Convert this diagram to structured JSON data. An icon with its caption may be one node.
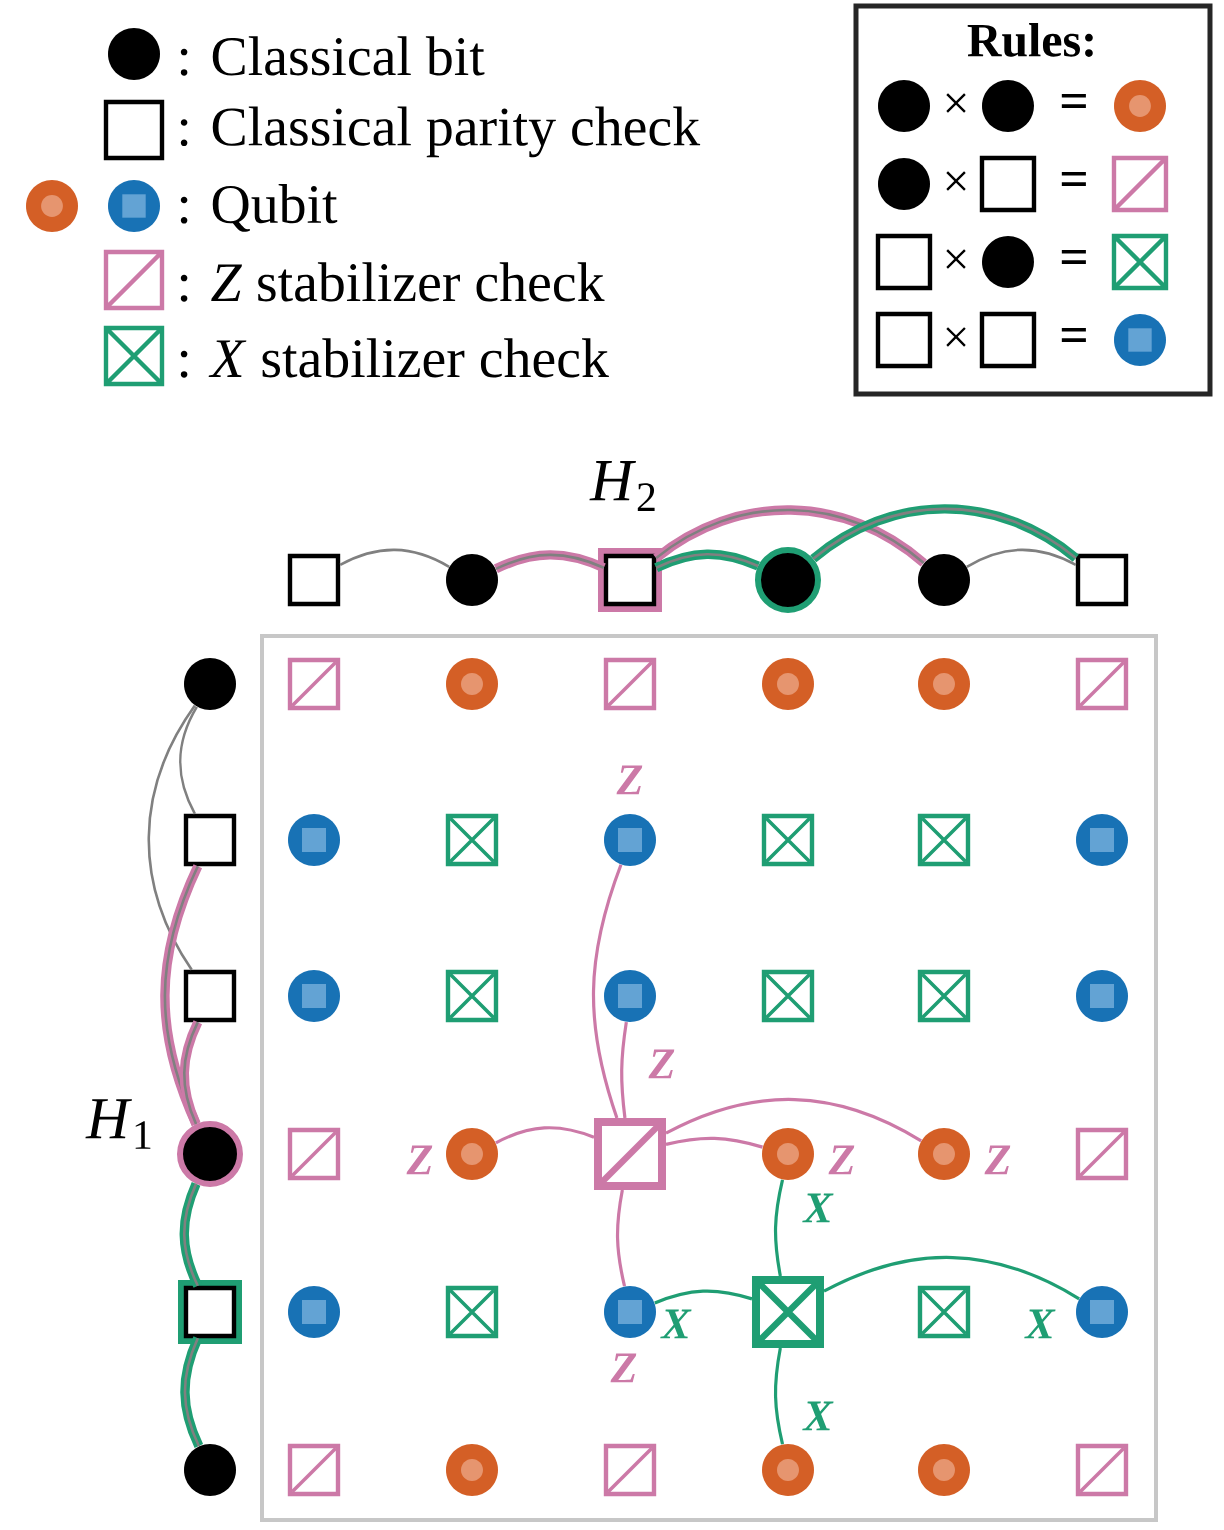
{
  "diagram": {
    "nodes": [
      {
        "text": [],
        "shape": "box"
      },
      {
        "text": [],
        "shape": "circle"
      },
      {
        "text": [],
        "shape": "box"
      },
      {
        "text": [],
        "shape": "circle"
      },
      {
        "text": [],
        "shape": "circle"
      },
      {
        "text": [],
        "shape": "box"
      },
      {
        "text": [],
        "shape": "circle"
      },
      {
        "text": [],
        "shape": "box"
      },
      {
        "text": [],
        "shape": "box"
      },
      {
        "text": [],
        "shape": "circle"
      },
      {
        "text": [],
        "shape": "box"
      },
      {
        "text": [],
        "shape": "circle"
      },
      {
        "text": [],
        "shape": "box"
      },
      {
        "text": [],
        "shape": "circle"
      },
      {
        "text": [],
        "shape": "box"
      },
      {
        "text": [],
        "shape": "circle"
      },
      {
        "text": [],
        "shape": "circle"
      },
      {
        "text": [],
        "shape": "box"
      },
      {
        "text": [],
        "shape": "circle"
      },
      {
        "text": [],
        "shape": "box"
      },
      {
        "text": [],
        "shape": "circle"
      },
      {
        "text": [],
        "shape": "box"
      },
      {
        "text": [],
        "shape": "box"
      },
      {
        "text": [],
        "shape": "circle"
      },
      {
        "text": [],
        "shape": "circle"
      },
      {
        "text": [],
        "shape": "box"
      },
      {
        "text": [],
        "shape": "circle"
      },
      {
        "text": [],
        "shape": "box"
      },
      {
        "text": [],
        "shape": "box"
      },
      {
        "text": [],
        "shape": "circle"
      },
      {
        "text": [],
        "shape": "box"
      },
      {
        "text": [],
        "shape": "circle"
      },
      {
        "text": [],
        "shape": "box"
      },
      {
        "text": [],
        "shape": "circle"
      },
      {
        "text": [],
        "shape": "circle"
      },
      {
        "text": [],
        "shape": "box"
      },
      {
        "text": [],
        "shape": "circle"
      },
      {
        "text": [],
        "shape": "box"
      },
      {
        "text": [],
        "shape": "circle"
      },
      {
        "text": [],
        "shape": "box"
      },
      {
        "text": [],
        "shape": "box"
      },
      {
        "text": [],
        "shape": "circle"
      },
      {
        "text": [],
        "shape": "box"
      },
      {
        "text": [],
        "shape": "circle"
      },
      {
        "text": [],
        "shape": "box"
      },
      {
        "text": [],
        "shape": "circle"
      },
      {
        "text": [],
        "shape": "circle"
      },
      {
        "text": [],
        "shape": "box"
      }
    ],
    "edges": [
      {
        "from": 0,
        "to": 1,
        "arrow": "none"
      },
      {
        "from": 1,
        "to": 2,
        "arrow": "none",
        "style": "thick",
        "color": "#cc79a7"
      },
      {
        "from": 2,
        "to": 3,
        "arrow": "none",
        "style": "thick",
        "color": "#1f9e73"
      },
      {
        "from": 2,
        "to": 4,
        "arrow": "none",
        "style": "thick",
        "color": "#cc79a7"
      },
      {
        "from": 3,
        "to": 5,
        "arrow": "none",
        "style": "thick",
        "color": "#1f9e73"
      },
      {
        "from": 4,
        "to": 5,
        "arrow": "none"
      },
      {
        "from": 6,
        "to": 7,
        "arrow": "none"
      },
      {
        "from": 6,
        "to": 8,
        "arrow": "none"
      },
      {
        "from": 7,
        "to": 9,
        "arrow": "none",
        "style": "thick",
        "color": "#cc79a7"
      },
      {
        "from": 8,
        "to": 9,
        "arrow": "none",
        "style": "thick",
        "color": "#cc79a7"
      },
      {
        "from": 9,
        "to": 10,
        "arrow": "none",
        "style": "thick",
        "color": "#1f9e73"
      },
      {
        "from": 10,
        "to": 11,
        "arrow": "none",
        "style": "thick",
        "color": "#1f9e73"
      },
      {
        "from": 32,
        "to": 31,
        "arrow": "none",
        "label": "Z",
        "color": "#cc79a7"
      },
      {
        "from": 32,
        "to": 33,
        "arrow": "none",
        "label": "Z",
        "color": "#cc79a7"
      },
      {
        "from": 32,
        "to": 34,
        "arrow": "none",
        "label": "Z",
        "color": "#cc79a7"
      },
      {
        "from": 32,
        "to": 20,
        "arrow": "none",
        "label": "Z",
        "color": "#cc79a7"
      },
      {
        "from": 32,
        "to": 26,
        "arrow": "none",
        "label": "Z",
        "color": "#cc79a7"
      },
      {
        "from": 32,
        "to": 38,
        "arrow": "none",
        "label": "Z",
        "color": "#cc79a7"
      },
      {
        "from": 39,
        "to": 38,
        "arrow": "none",
        "label": "X",
        "color": "#1f9e73"
      },
      {
        "from": 39,
        "to": 41,
        "arrow": "none",
        "label": "X",
        "color": "#1f9e73"
      },
      {
        "from": 39,
        "to": 33,
        "arrow": "none",
        "label": "X",
        "color": "#1f9e73"
      },
      {
        "from": 39,
        "to": 45,
        "arrow": "none",
        "label": "X",
        "color": "#1f9e73"
      }
    ],
    "labels": [
      "Rules:",
      "×",
      "=",
      "×",
      "=",
      "×",
      "=",
      "×",
      "=",
      "*H*$_{2}$",
      "*H*$_{1}$"
    ],
    "legend": [
      {
        "text": ": Classical bit"
      },
      {
        "text": ": Classical parity check"
      },
      {
        "text": ": Qubit"
      },
      {
        "text": ": *Z* stabilizer check"
      },
      {
        "text": ": *X* stabilizer check"
      }
    ]
  }
}
